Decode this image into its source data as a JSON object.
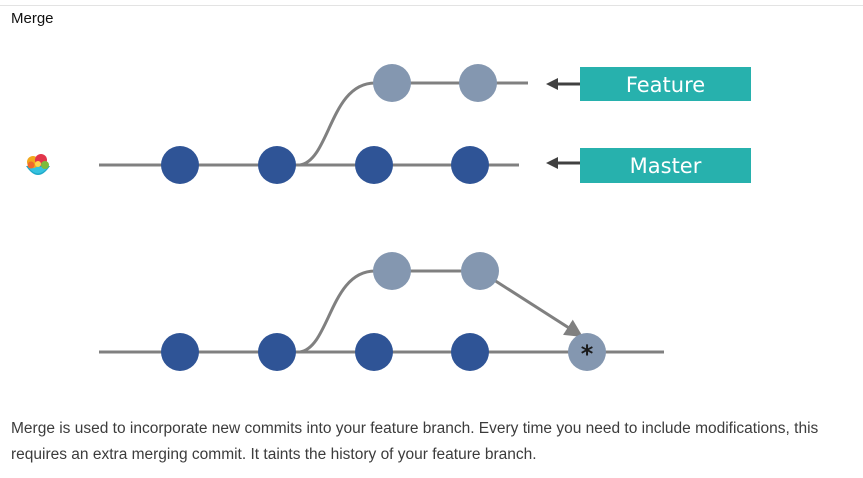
{
  "title": "Merge",
  "icon": "colorful-bowl-icon",
  "labels": {
    "feature": "Feature",
    "master": "Master",
    "merge_marker": "*"
  },
  "colors": {
    "commit_dark": "#2f5496",
    "commit_light": "#8497b0",
    "branch_line": "#808080",
    "label_bg": "#27b1ad",
    "arrow": "#404040"
  },
  "description": "Merge is used to incorporate new commits into your feature branch. Every time you need to include modifications, this requires an extra merging commit. It taints the history of your feature branch."
}
